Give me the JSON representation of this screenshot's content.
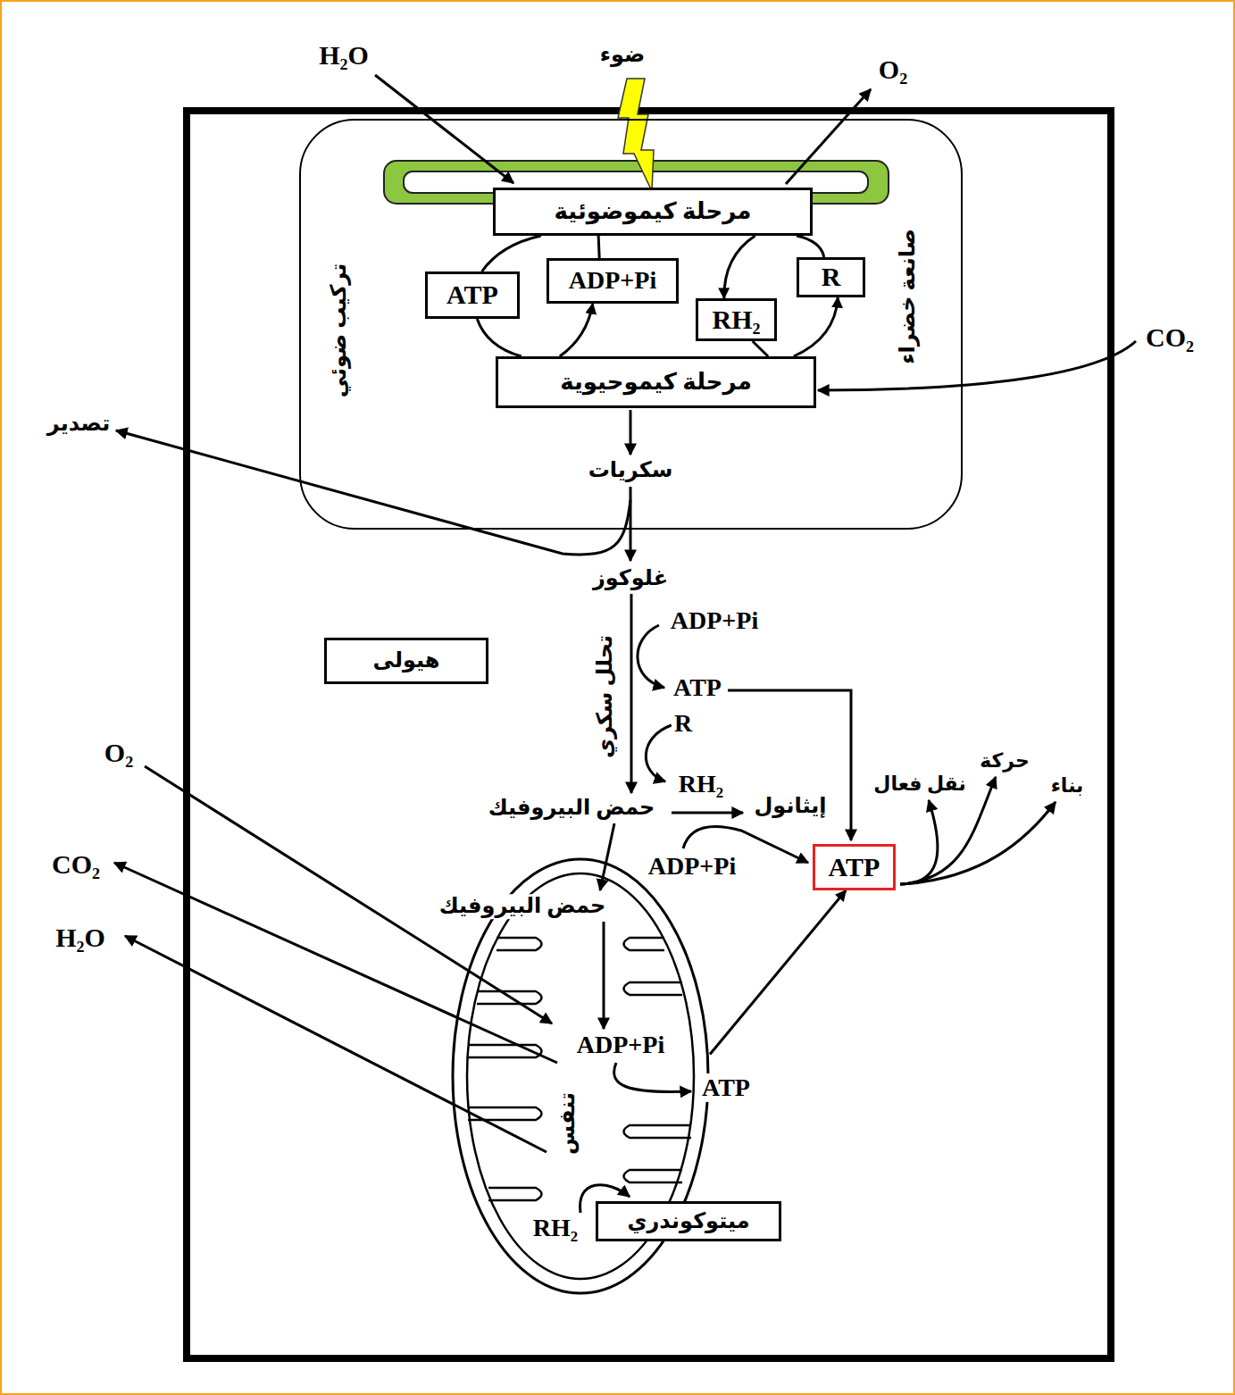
{
  "diagram": {
    "nodes": [
      {
        "text": [
          "صانعة خضراء",
          "تركيب ضوئي"
        ]
      },
      {
        "text": [
          "مرحلة كيموضوئية"
        ],
        "in": 0
      },
      {
        "text": [
          "ATP"
        ],
        "in": 0
      },
      {
        "text": [
          "ADP+Pi"
        ],
        "in": 0
      },
      {
        "text": [
          "RH₂"
        ],
        "in": 0
      },
      {
        "text": [
          "R"
        ],
        "in": 0
      },
      {
        "text": [
          "مرحلة كيموحيوية"
        ],
        "in": 0
      },
      {
        "text": [
          "هيولى"
        ]
      },
      {
        "text": [
          "ATP"
        ]
      },
      {
        "text": [
          "تنفس"
        ]
      },
      {
        "text": [
          "ميتوكوندري"
        ],
        "in": 9
      }
    ],
    "edges": [
      {
        "from": 1,
        "to": 4,
        "arrow": "to"
      },
      {
        "from": 6,
        "to": 5,
        "arrow": "to"
      },
      {
        "from": 6,
        "to": 3,
        "arrow": "to"
      },
      {
        "from": 1,
        "to": 2,
        "arrow": "none"
      },
      {
        "from": 2,
        "to": 6,
        "arrow": "none"
      },
      {
        "from": 4,
        "to": 6,
        "arrow": "none"
      },
      {
        "from": 5,
        "to": 1,
        "arrow": "none"
      },
      {
        "from": 3,
        "to": 1,
        "arrow": "none"
      },
      {
        "from": 9,
        "to": 8,
        "arrow": "to"
      }
    ],
    "labels": [
      "H₂O",
      "ضوء",
      "O₂",
      "CO₂",
      "سكريات",
      "تصدير",
      "غلوكوز",
      "ADP+Pi",
      "ATP",
      "تحلل سكري",
      "R",
      "RH₂",
      "حمض البيروفيك",
      "إيثانول",
      "ADP+Pi",
      "نقل فعال",
      "حركة",
      "بناء",
      "O₂",
      "CO₂",
      "H₂O",
      "حمض البيروفيك",
      "ADP+Pi",
      "ATP",
      "RH₂"
    ]
  }
}
